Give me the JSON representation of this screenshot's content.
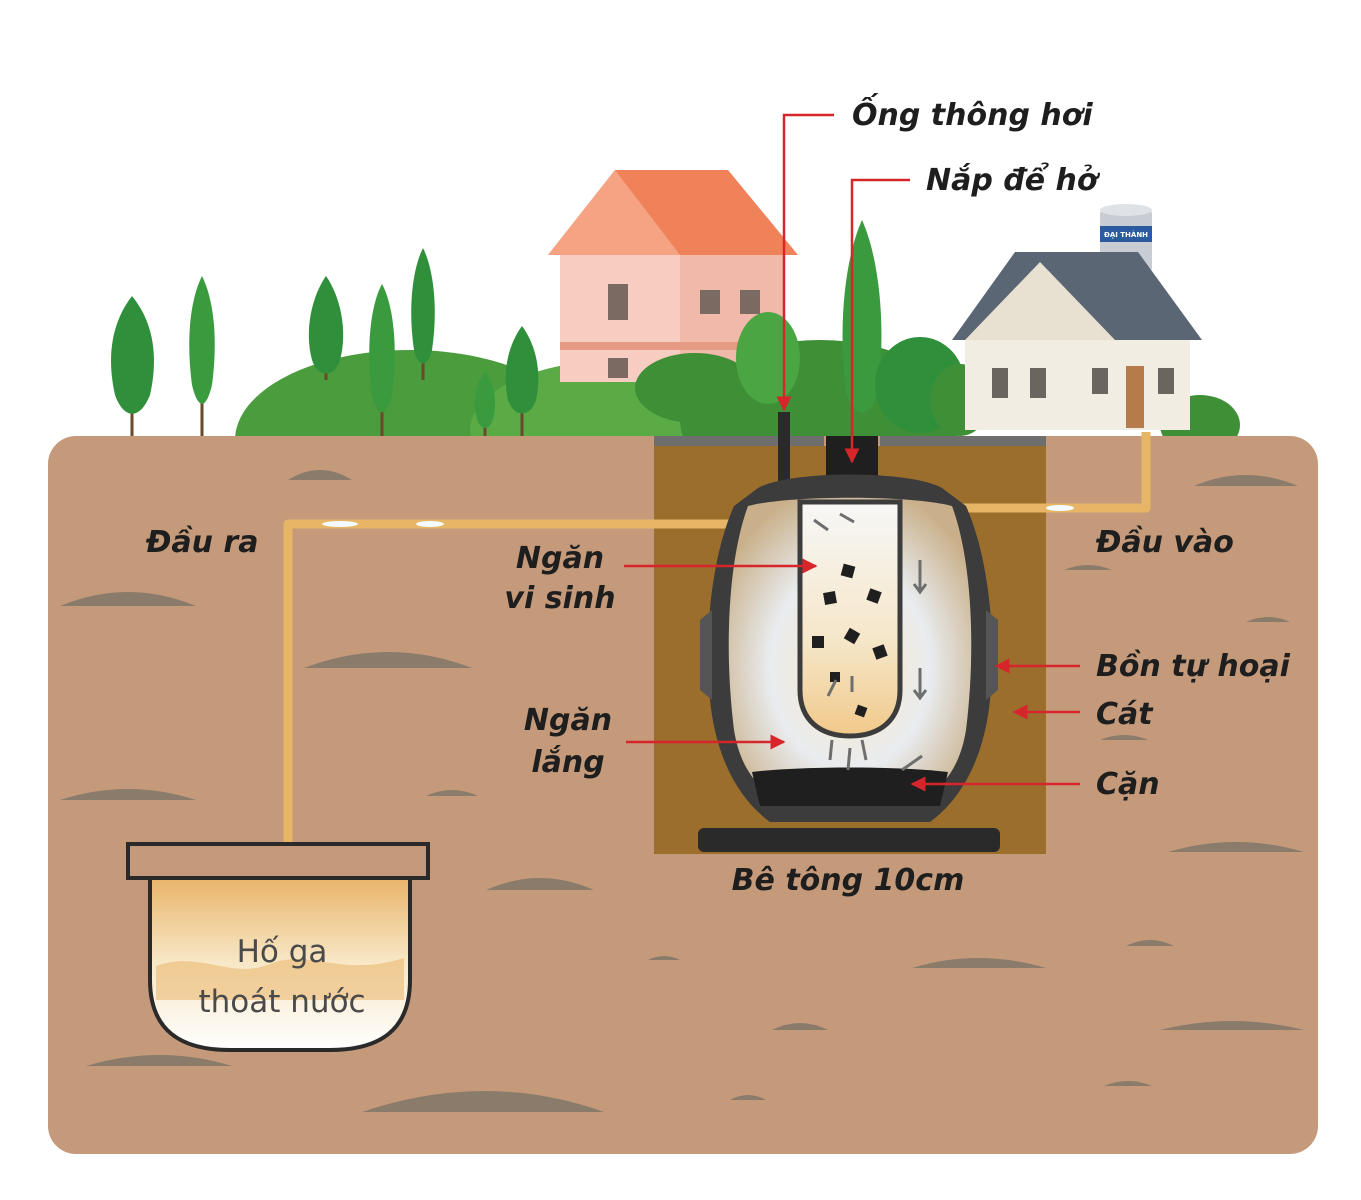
{
  "labels": {
    "vent_pipe": "Ống thông hơi",
    "open_lid": "Nắp để hở",
    "outlet": "Đầu ra",
    "inlet": "Đầu vào",
    "bio_chamber_line1": "Ngăn",
    "bio_chamber_line2": "vi sinh",
    "settling_chamber_line1": "Ngăn",
    "settling_chamber_line2": "lắng",
    "septic_tank": "Bồn tự hoại",
    "sand": "Cát",
    "sludge": "Cặn",
    "concrete_base": "Bê tông 10cm",
    "drain_pit_line1": "Hố ga",
    "drain_pit_line2": "thoát nước",
    "water_tank_brand": "ĐẠI THÀNH"
  },
  "colors": {
    "soil": "#c49a7b",
    "soil_spot": "#8a7b6b",
    "sand_pit": "#9c6e2c",
    "tank": "#3c3c3c",
    "grass": "#4a9c3c",
    "tree": "#2f8f3a",
    "arrow_red": "#d7262b",
    "pipe": "#e6b565",
    "house_roof_orange": "#f0825a",
    "house_roof_slate": "#5b6674"
  }
}
